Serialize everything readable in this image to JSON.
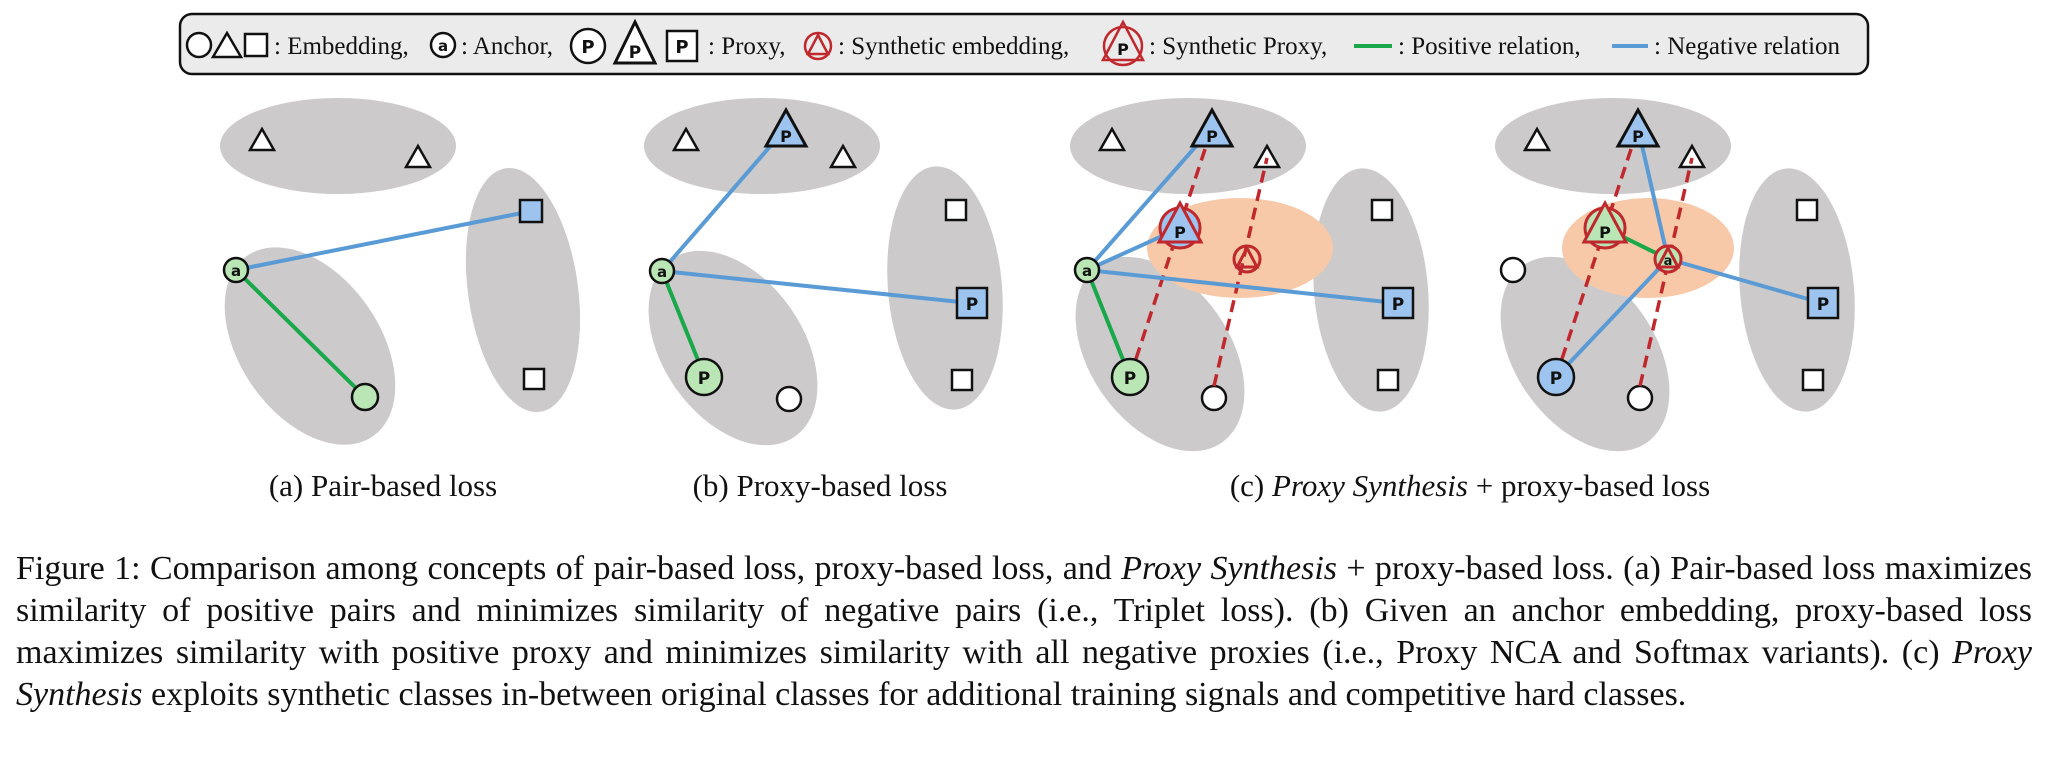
{
  "legend": {
    "embedding_label": ": Embedding,",
    "anchor_symbol": "a",
    "anchor_label": ": Anchor,",
    "proxy_symbol": "P",
    "proxy_label": ": Proxy,",
    "synthetic_embedding_label": ": Synthetic embedding,",
    "synthetic_proxy_label": ": Synthetic Proxy,",
    "positive_relation_label": ": Positive relation,",
    "negative_relation_label": ": Negative relation"
  },
  "colors": {
    "cluster_gray": "#cccacb",
    "synthetic_region": "#f7c9a8",
    "positive_node": "#b9e6b4",
    "negative_proxy": "#9cc4ee",
    "positive_line": "#19a84a",
    "negative_line": "#5b9bd5",
    "synthetic_red": "#c0282d"
  },
  "panels": [
    {
      "caption": "(a) Pair-based loss"
    },
    {
      "caption": "(b) Proxy-based loss"
    },
    {
      "caption_italic": "Proxy Synthesis",
      "caption_prefix": "(c) ",
      "caption_suffix": " + proxy-based loss"
    }
  ],
  "caption": {
    "part1": "Figure 1: Comparison among concepts of pair-based loss, proxy-based loss, and ",
    "italic1": "Proxy Synthesis",
    "part2": " + proxy-based loss. (a) Pair-based loss maximizes similarity of positive pairs and minimizes similarity of negative pairs (i.e., Triplet loss). (b) Given an anchor embedding, proxy-based loss maximizes similarity with positive proxy and minimizes similarity with all negative proxies (i.e., Proxy NCA and Softmax variants). (c) ",
    "italic2": "Proxy Synthesis",
    "part3": " exploits synthetic classes in-between original classes for additional training signals and competitive hard classes."
  }
}
